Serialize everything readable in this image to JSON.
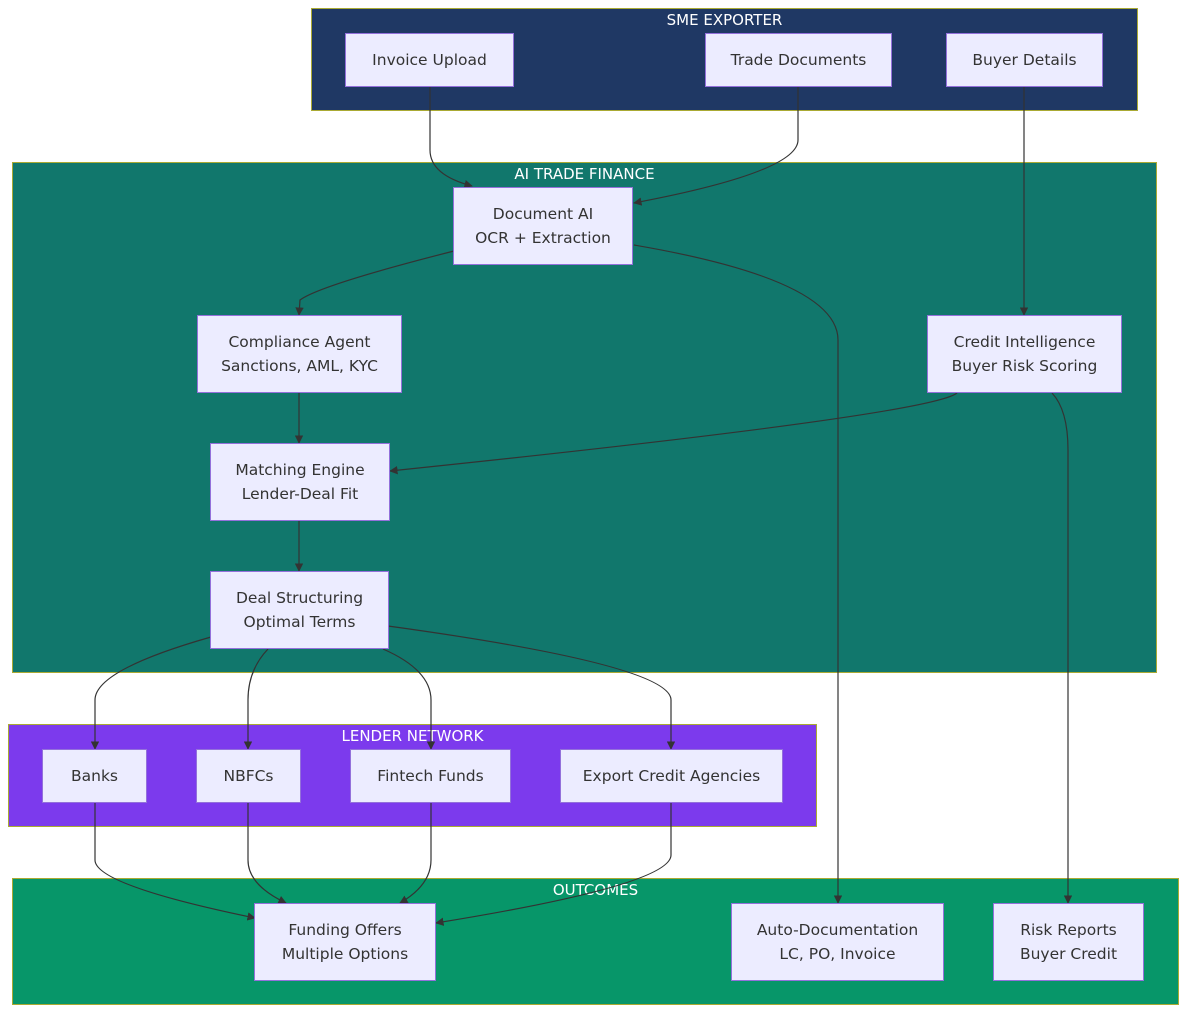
{
  "clusters": {
    "sme": {
      "title": "SME EXPORTER",
      "color": "#1f3864"
    },
    "ai": {
      "title": "AI TRADE FINANCE",
      "color": "#11776c"
    },
    "lender": {
      "title": "LENDER NETWORK",
      "color": "#7c3aed"
    },
    "outcomes": {
      "title": "OUTCOMES",
      "color": "#079669"
    }
  },
  "nodes": {
    "invoice_upload": {
      "line1": "Invoice Upload"
    },
    "trade_documents": {
      "line1": "Trade Documents"
    },
    "buyer_details": {
      "line1": "Buyer Details"
    },
    "document_ai": {
      "line1": "Document AI",
      "line2": "OCR + Extraction"
    },
    "compliance_agent": {
      "line1": "Compliance Agent",
      "line2": "Sanctions, AML, KYC"
    },
    "credit_intelligence": {
      "line1": "Credit Intelligence",
      "line2": "Buyer Risk Scoring"
    },
    "matching_engine": {
      "line1": "Matching Engine",
      "line2": "Lender-Deal Fit"
    },
    "deal_structuring": {
      "line1": "Deal Structuring",
      "line2": "Optimal Terms"
    },
    "banks": {
      "line1": "Banks"
    },
    "nbfcs": {
      "line1": "NBFCs"
    },
    "fintech_funds": {
      "line1": "Fintech Funds"
    },
    "export_credit_agencies": {
      "line1": "Export Credit Agencies"
    },
    "funding_offers": {
      "line1": "Funding Offers",
      "line2": "Multiple Options"
    },
    "auto_documentation": {
      "line1": "Auto-Documentation",
      "line2": "LC, PO, Invoice"
    },
    "risk_reports": {
      "line1": "Risk Reports",
      "line2": "Buyer Credit"
    }
  },
  "edges": [
    {
      "from": "Invoice Upload",
      "to": "Document AI"
    },
    {
      "from": "Trade Documents",
      "to": "Document AI"
    },
    {
      "from": "Buyer Details",
      "to": "Credit Intelligence"
    },
    {
      "from": "Document AI",
      "to": "Compliance Agent"
    },
    {
      "from": "Document AI",
      "to": "Auto-Documentation"
    },
    {
      "from": "Compliance Agent",
      "to": "Matching Engine"
    },
    {
      "from": "Credit Intelligence",
      "to": "Matching Engine"
    },
    {
      "from": "Credit Intelligence",
      "to": "Risk Reports"
    },
    {
      "from": "Matching Engine",
      "to": "Deal Structuring"
    },
    {
      "from": "Deal Structuring",
      "to": "Banks"
    },
    {
      "from": "Deal Structuring",
      "to": "NBFCs"
    },
    {
      "from": "Deal Structuring",
      "to": "Fintech Funds"
    },
    {
      "from": "Deal Structuring",
      "to": "Export Credit Agencies"
    },
    {
      "from": "Banks",
      "to": "Funding Offers"
    },
    {
      "from": "NBFCs",
      "to": "Funding Offers"
    },
    {
      "from": "Fintech Funds",
      "to": "Funding Offers"
    },
    {
      "from": "Export Credit Agencies",
      "to": "Funding Offers"
    }
  ],
  "colors": {
    "node_fill": "#ECECFF",
    "node_border": "#9370DB",
    "edge": "#333333"
  }
}
